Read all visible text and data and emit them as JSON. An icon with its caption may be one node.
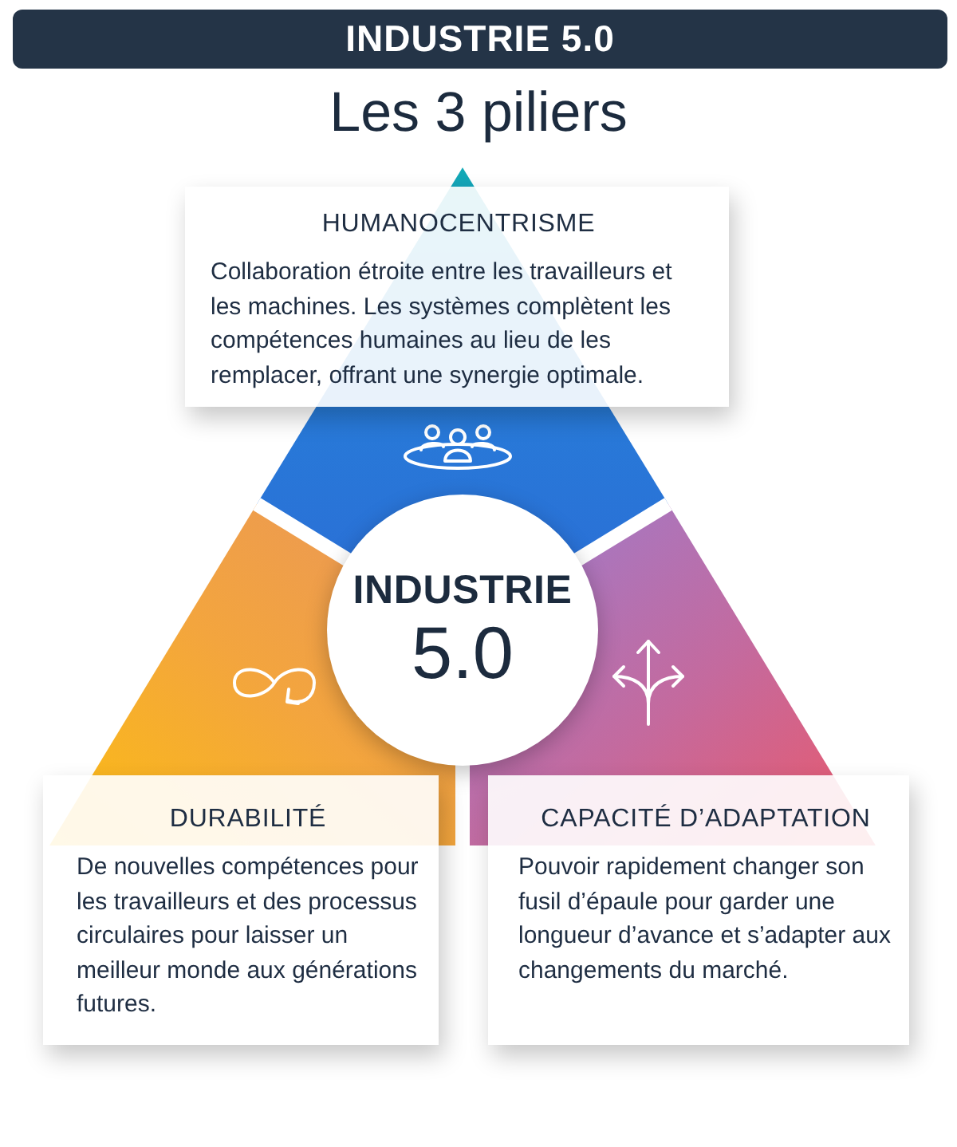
{
  "diagram": {
    "title": "INDUSTRIE 5.0",
    "nodes": [
      {
        "text": [
          "HUMANOCENTRISME",
          "Collaboration étroite entre les travailleurs et les machines. Les systèmes complètent les compétences humaines au lieu de les remplacer, offrant une synergie optimale."
        ]
      },
      {
        "text": [
          "INDUSTRIE",
          "5.0"
        ]
      },
      {
        "text": [
          "DURABILITÉ",
          "De nouvelles compétences pour les travailleurs et des processus circulaires pour laisser un meilleur monde aux générations futures."
        ]
      },
      {
        "text": [
          "CAPACITÉ D’ADAPTATION",
          "Pouvoir rapidement changer son fusil d’épaule pour garder une longueur d’avance et s’adapter aux changements du marché."
        ]
      }
    ],
    "labels": [
      "Les 3 piliers"
    ]
  }
}
